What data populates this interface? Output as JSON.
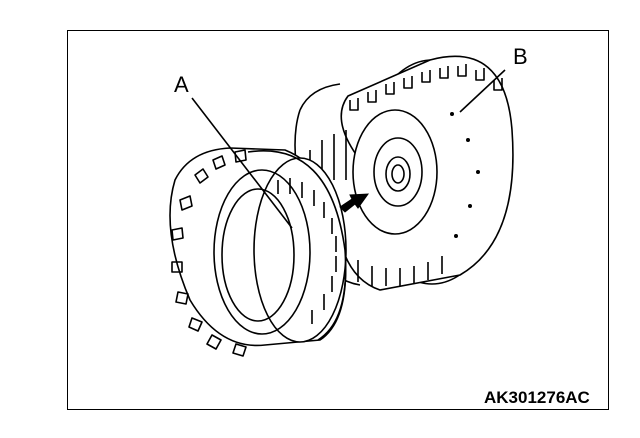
{
  "figure": {
    "callout_a": "A",
    "callout_b": "B",
    "figure_code": "AK301276AC",
    "colors": {
      "line": "#000000",
      "background": "#ffffff"
    }
  }
}
